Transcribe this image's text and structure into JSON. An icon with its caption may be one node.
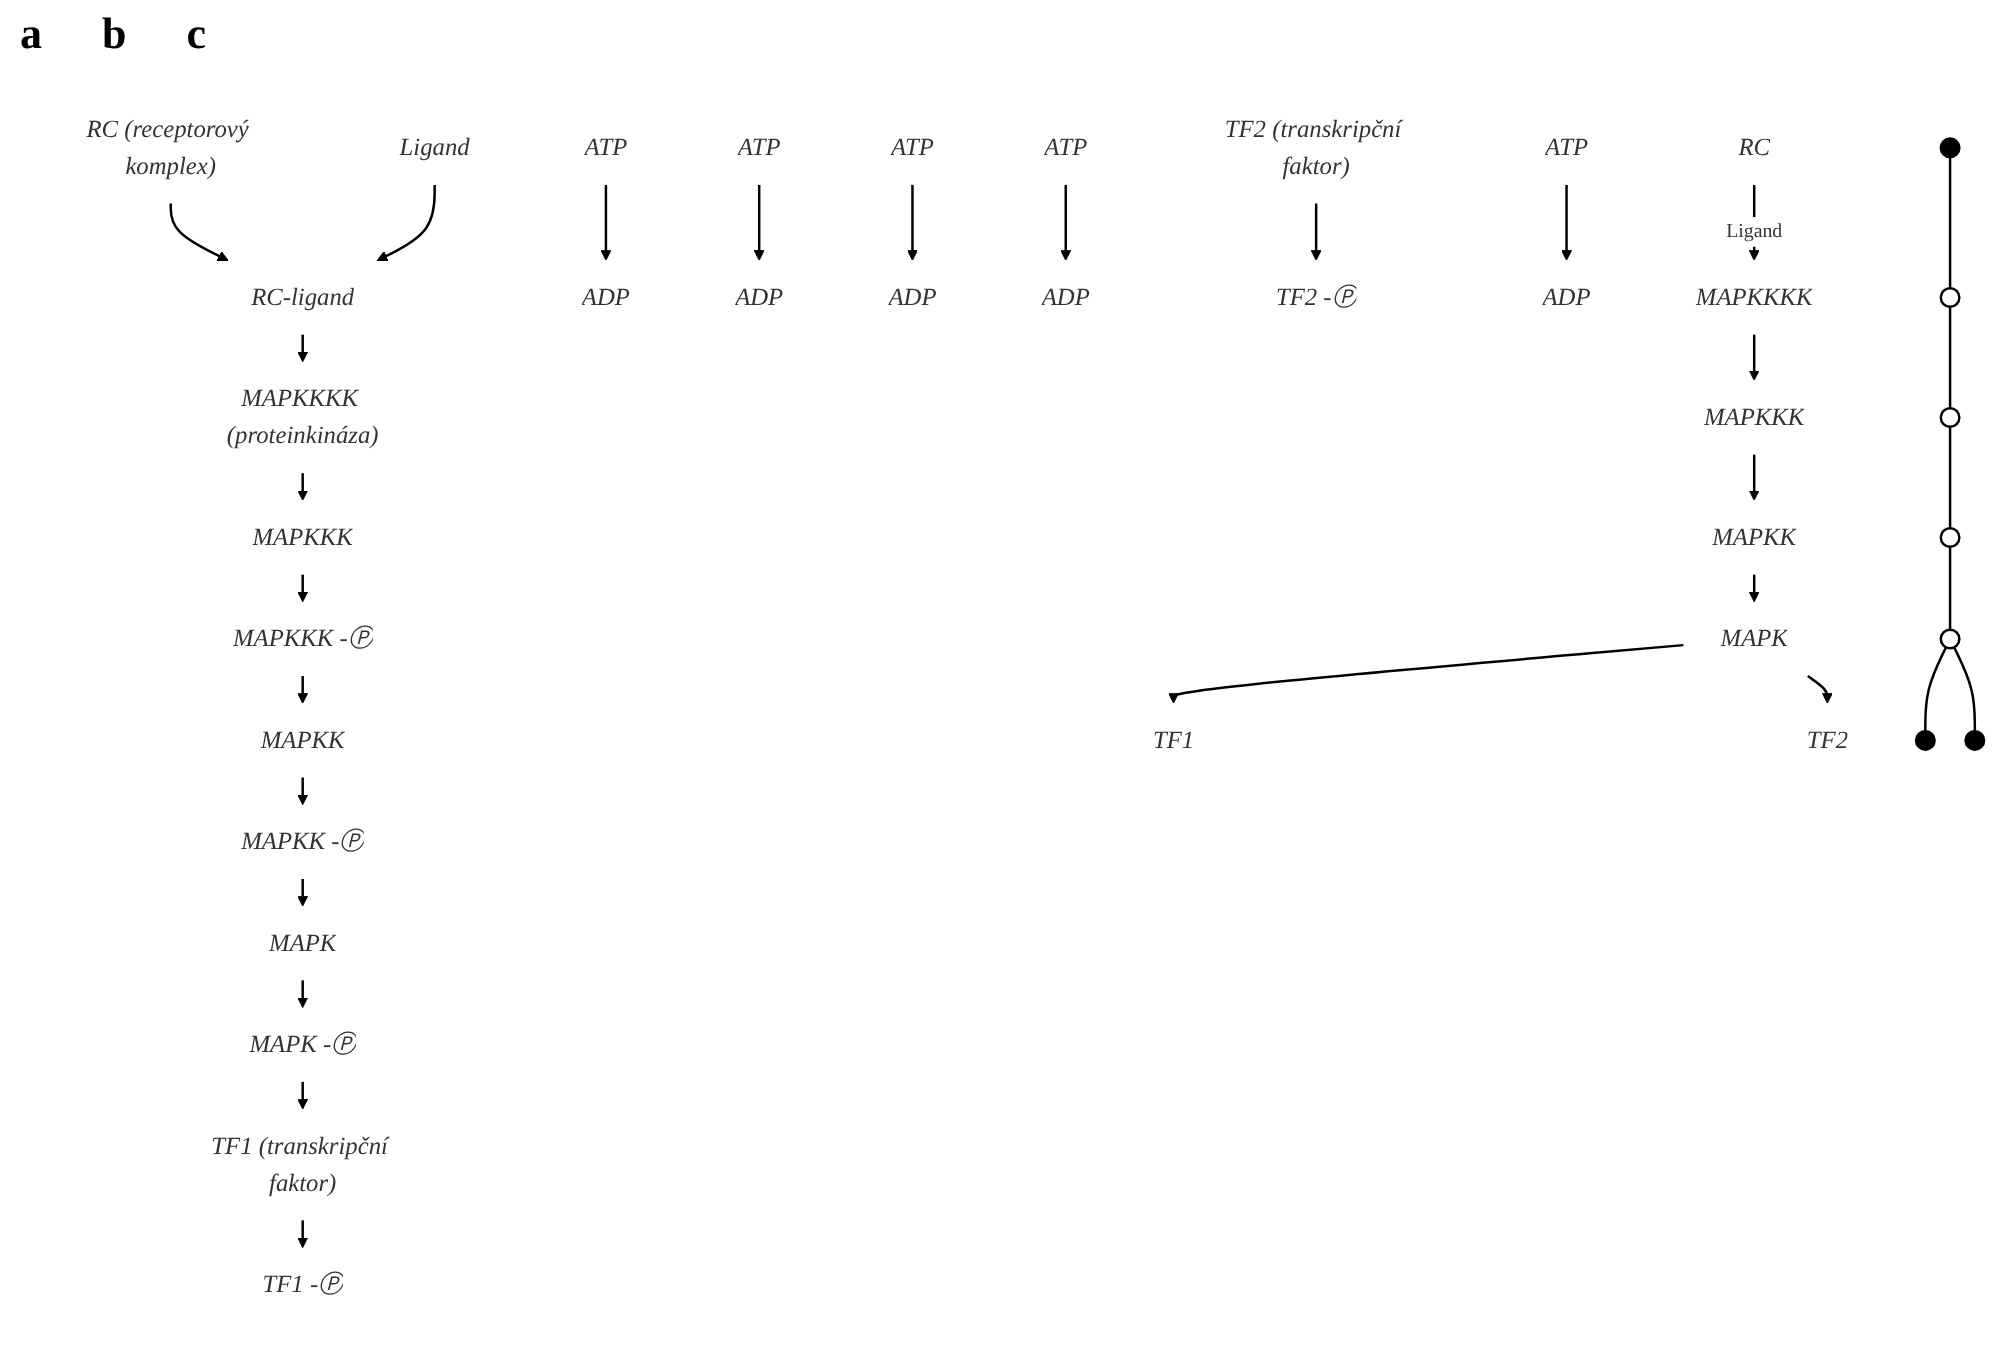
{
  "diagram": {
    "nodes": [
      {
        "text": [
          "Ligand"
        ]
      },
      {
        "text": [
          "RC (receptorový komplex)"
        ]
      },
      {
        "text": [
          "RC-ligand"
        ]
      },
      {
        "text": [
          "MAPKKKK (proteinkináza)"
        ]
      },
      {
        "text": [
          "MAPKKK"
        ]
      },
      {
        "text": [
          "MAPKKK -Ⓟ"
        ]
      },
      {
        "text": [
          "ATP"
        ]
      },
      {
        "text": [
          "ADP"
        ]
      },
      {
        "text": [
          "MAPKK"
        ]
      },
      {
        "text": [
          "MAPKK -Ⓟ"
        ]
      },
      {
        "text": [
          "ATP"
        ]
      },
      {
        "text": [
          "ADP"
        ]
      },
      {
        "text": [
          "MAPK"
        ]
      },
      {
        "text": [
          "MAPK -Ⓟ"
        ]
      },
      {
        "text": [
          "ATP"
        ]
      },
      {
        "text": [
          "ADP"
        ]
      },
      {
        "text": [
          "TF1 (transkripční faktor)"
        ]
      },
      {
        "text": [
          "TF1 -Ⓟ"
        ]
      },
      {
        "text": [
          "ATP"
        ]
      },
      {
        "text": [
          "ADP"
        ]
      },
      {
        "text": [
          "TF2 (transkripční faktor)"
        ]
      },
      {
        "text": [
          "TF2 -Ⓟ"
        ]
      },
      {
        "text": [
          "ATP"
        ]
      },
      {
        "text": [
          "ADP"
        ]
      },
      {
        "text": [
          "RC"
        ]
      },
      {
        "text": [
          "MAPKKKK"
        ]
      },
      {
        "text": [
          "MAPKKK"
        ]
      },
      {
        "text": [
          "MAPKK"
        ]
      },
      {
        "text": [
          "MAPK"
        ]
      },
      {
        "text": [
          "TF1"
        ]
      },
      {
        "text": [
          "TF2"
        ]
      },
      {
        "text": [],
        "shape": "circle"
      },
      {
        "text": [],
        "shape": "circle"
      },
      {
        "text": [],
        "shape": "circle"
      },
      {
        "text": [],
        "shape": "circle"
      },
      {
        "text": [],
        "shape": "circle"
      },
      {
        "text": [],
        "shape": "circle"
      },
      {
        "text": [],
        "shape": "circle"
      }
    ],
    "edges": [
      {
        "from": 1,
        "to": 2,
        "arrow": "to"
      },
      {
        "from": 0,
        "to": 2,
        "arrow": "to"
      },
      {
        "from": 2,
        "to": 3,
        "arrow": "to"
      },
      {
        "from": 3,
        "to": 4,
        "arrow": "to"
      },
      {
        "from": 4,
        "to": 5,
        "arrow": "to"
      },
      {
        "from": 6,
        "to": 7,
        "arrow": "to"
      },
      {
        "from": 5,
        "to": 8,
        "arrow": "to"
      },
      {
        "from": 8,
        "to": 9,
        "arrow": "to"
      },
      {
        "from": 10,
        "to": 11,
        "arrow": "to"
      },
      {
        "from": 9,
        "to": 12,
        "arrow": "to"
      },
      {
        "from": 12,
        "to": 13,
        "arrow": "to"
      },
      {
        "from": 14,
        "to": 15,
        "arrow": "to"
      },
      {
        "from": 13,
        "to": 16,
        "arrow": "to"
      },
      {
        "from": 16,
        "to": 17,
        "arrow": "to"
      },
      {
        "from": 18,
        "to": 19,
        "arrow": "to"
      },
      {
        "from": 20,
        "to": 21,
        "arrow": "to"
      },
      {
        "from": 22,
        "to": 23,
        "arrow": "to"
      },
      {
        "from": 24,
        "to": 25,
        "arrow": "to",
        "label": "Ligand"
      },
      {
        "from": 25,
        "to": 26,
        "arrow": "to"
      },
      {
        "from": 26,
        "to": 27,
        "arrow": "to"
      },
      {
        "from": 27,
        "to": 28,
        "arrow": "to"
      },
      {
        "from": 28,
        "to": 29,
        "arrow": "to"
      },
      {
        "from": 28,
        "to": 30,
        "arrow": "to"
      },
      {
        "from": 31,
        "to": 32,
        "arrow": "none"
      },
      {
        "from": 32,
        "to": 33,
        "arrow": "none"
      },
      {
        "from": 33,
        "to": 34,
        "arrow": "none"
      },
      {
        "from": 34,
        "to": 35,
        "arrow": "none"
      },
      {
        "from": 35,
        "to": 36,
        "arrow": "none"
      },
      {
        "from": 35,
        "to": 37,
        "arrow": "none"
      }
    ],
    "labels": [
      "a",
      "b",
      "c"
    ]
  }
}
